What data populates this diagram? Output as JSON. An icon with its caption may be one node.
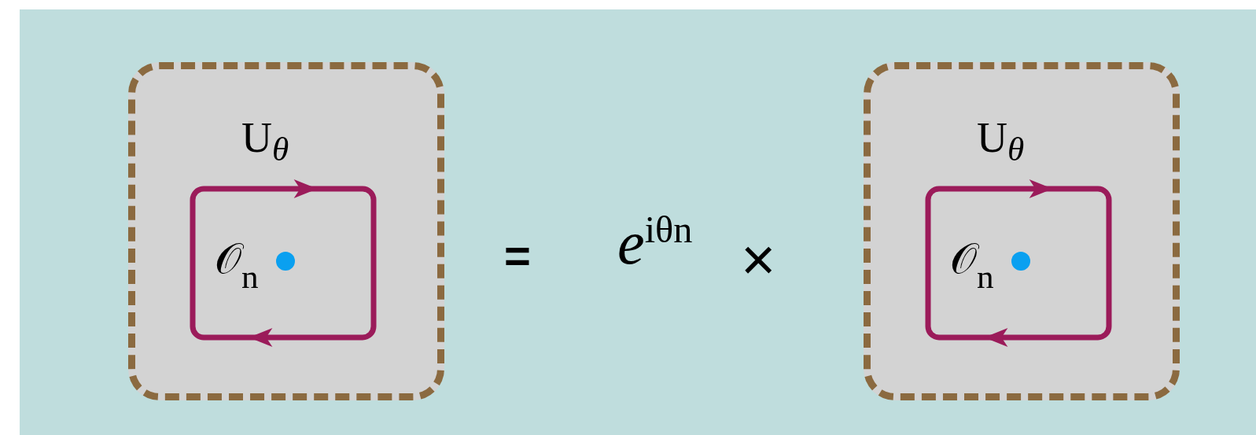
{
  "diagram": {
    "nodes": [
      {
        "text": [],
        "shape": "box"
      },
      {
        "text": [
          "U$_{θ}$",
          "𝒪$_{n}$"
        ],
        "in": 0
      },
      {
        "text": [],
        "shape": "box"
      },
      {
        "text": [
          "U$_{θ}$",
          "𝒪$_{n}$"
        ],
        "in": 2
      }
    ],
    "labels": [
      "=",
      "*e*$^{iθn}$",
      "×"
    ]
  }
}
